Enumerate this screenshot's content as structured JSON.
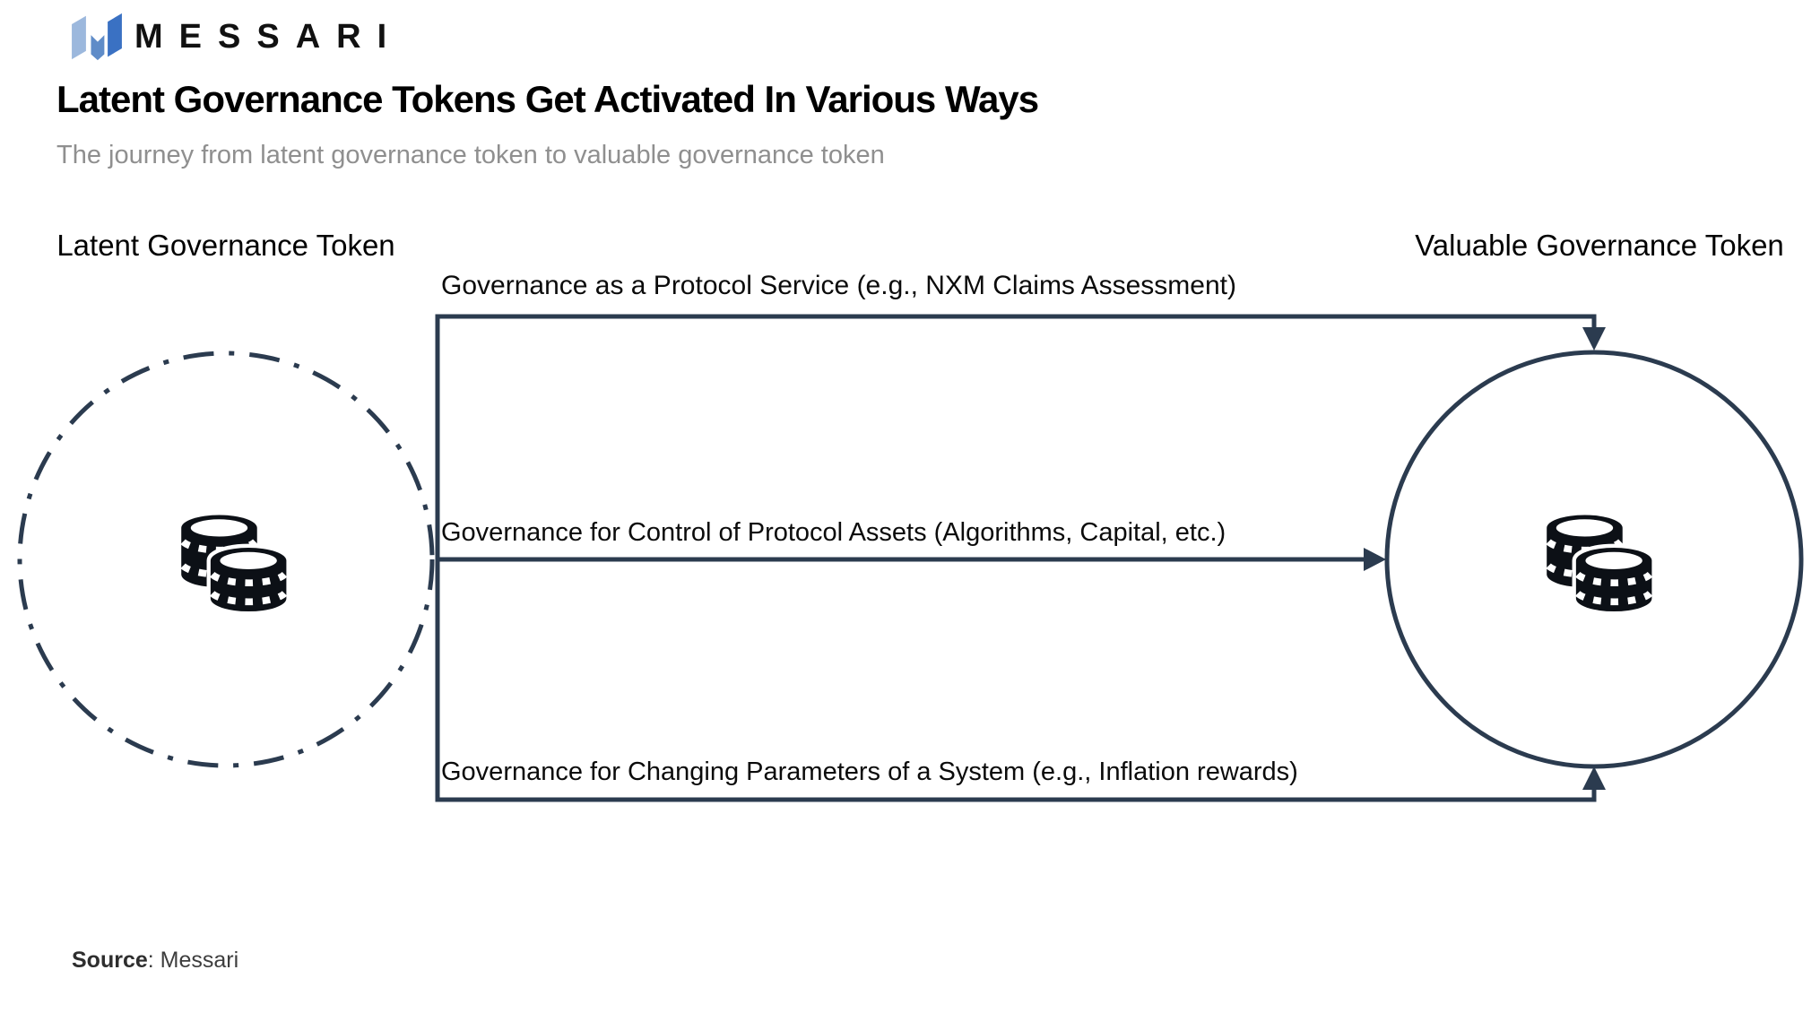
{
  "brand": {
    "logo_text": "MESSARI"
  },
  "header": {
    "title": "Latent Governance Tokens Get Activated In Various Ways",
    "subtitle": "The journey from latent governance token to valuable governance token"
  },
  "diagram": {
    "left_node": {
      "label": "Latent Governance Token",
      "style": "dash-dot-circle",
      "icon": "coins-icon"
    },
    "right_node": {
      "label": "Valuable Governance Token",
      "style": "solid-circle",
      "icon": "coins-icon"
    },
    "paths": [
      {
        "label": "Governance as a Protocol Service (e.g., NXM Claims Assessment)",
        "route": "top,  enters top of right circle"
      },
      {
        "label": "Governance for Control of Protocol Assets (Algorithms, Capital, etc.)",
        "route": "middle, enters left of right circle"
      },
      {
        "label": "Governance for Changing Parameters of a System (e.g., Inflation rewards)",
        "route": "bottom, enters bottom of right circle"
      }
    ]
  },
  "footer": {
    "source_label": "Source",
    "source_rest": ": Messari"
  },
  "colors": {
    "line": "#2b3b4f",
    "coin": "#0c1016",
    "title": "#000000",
    "subtitle": "#8f8f8f",
    "source": "#3d3d3d",
    "logo_light": "#9cb8dd",
    "logo_mid": "#5f8cc8",
    "logo_dark": "#3a71c3"
  }
}
